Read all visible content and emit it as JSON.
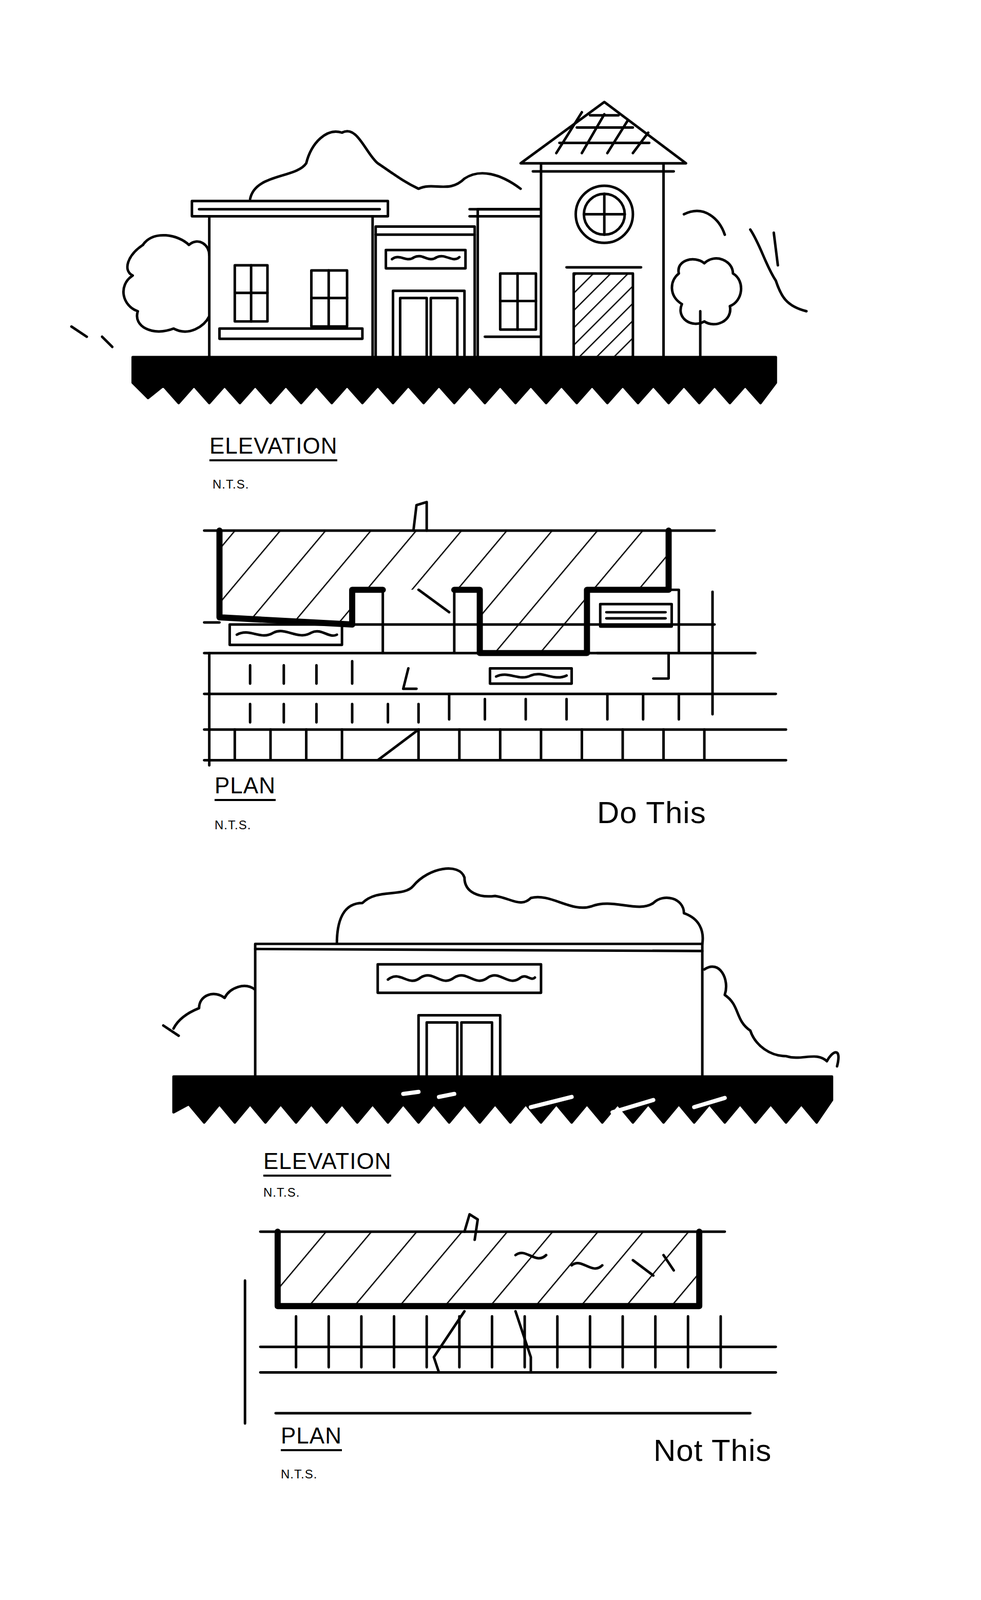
{
  "diagram": {
    "labels": [
      "ELEVATION",
      "N.T.S.",
      "PLAN",
      "N.T.S.",
      "Do This",
      "ELEVATION",
      "N.T.S.",
      "PLAN",
      "N.T.S.",
      "Not This"
    ]
  }
}
